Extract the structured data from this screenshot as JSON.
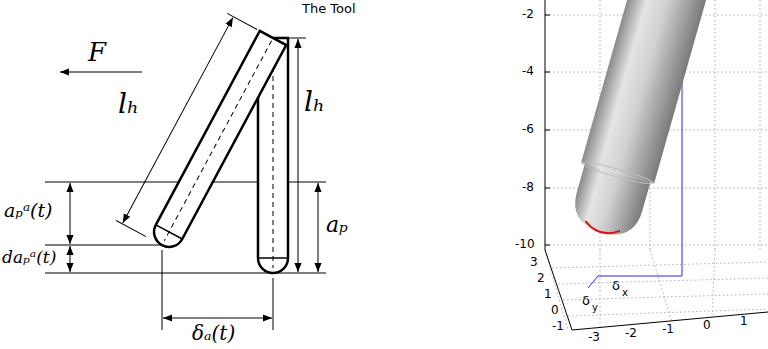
{
  "diagram": {
    "labels": [
      "The Tool",
      "lₕ",
      "lₕ",
      "F",
      "aₚᵃ(t)",
      "daₚᵃ(t)",
      "aₚ",
      "δₐ(t)",
      "-2",
      "-4",
      "-6",
      "-8",
      "-10",
      "3",
      "2",
      "1",
      "0",
      "-1",
      "-3",
      "-2",
      "-1",
      "0",
      "1",
      "δ",
      "x",
      "δ",
      "y"
    ]
  }
}
